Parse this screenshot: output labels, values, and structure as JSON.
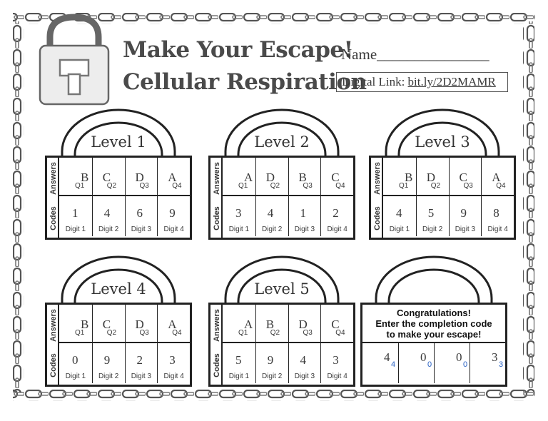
{
  "header": {
    "title_line1": "Make Your Escape!",
    "title_line2": "Cellular Respiration",
    "name_label": "Name_______________",
    "link_prefix": "Digital Link: ",
    "link_url": "bit.ly/2D2MAMR"
  },
  "side_labels": {
    "answers": "Answers",
    "codes": "Codes"
  },
  "locks": [
    {
      "title": "Level 1",
      "answers": [
        {
          "letter": "B",
          "q": "Q1"
        },
        {
          "letter": "C",
          "q": "Q2"
        },
        {
          "letter": "D",
          "q": "Q3"
        },
        {
          "letter": "A",
          "q": "Q4"
        }
      ],
      "codes": [
        {
          "value": "1",
          "digit": "Digit 1"
        },
        {
          "value": "4",
          "digit": "Digit 2"
        },
        {
          "value": "6",
          "digit": "Digit 3"
        },
        {
          "value": "9",
          "digit": "Digit 4"
        }
      ]
    },
    {
      "title": "Level 2",
      "answers": [
        {
          "letter": "A",
          "q": "Q1"
        },
        {
          "letter": "D",
          "q": "Q2"
        },
        {
          "letter": "B",
          "q": "Q3"
        },
        {
          "letter": "C",
          "q": "Q4"
        }
      ],
      "codes": [
        {
          "value": "3",
          "digit": "Digit 1"
        },
        {
          "value": "4",
          "digit": "Digit 2"
        },
        {
          "value": "1",
          "digit": "Digit 3"
        },
        {
          "value": "2",
          "digit": "Digit 4"
        }
      ]
    },
    {
      "title": "Level 3",
      "answers": [
        {
          "letter": "B",
          "q": "Q1"
        },
        {
          "letter": "D",
          "q": "Q2"
        },
        {
          "letter": "C",
          "q": "Q3"
        },
        {
          "letter": "A",
          "q": "Q4"
        }
      ],
      "codes": [
        {
          "value": "4",
          "digit": "Digit 1"
        },
        {
          "value": "5",
          "digit": "Digit 2"
        },
        {
          "value": "9",
          "digit": "Digit 3"
        },
        {
          "value": "8",
          "digit": "Digit 4"
        }
      ]
    },
    {
      "title": "Level 4",
      "answers": [
        {
          "letter": "B",
          "q": "Q1"
        },
        {
          "letter": "C",
          "q": "Q2"
        },
        {
          "letter": "D",
          "q": "Q3"
        },
        {
          "letter": "A",
          "q": "Q4"
        }
      ],
      "codes": [
        {
          "value": "0",
          "digit": "Digit 1"
        },
        {
          "value": "9",
          "digit": "Digit 2"
        },
        {
          "value": "2",
          "digit": "Digit 3"
        },
        {
          "value": "3",
          "digit": "Digit 4"
        }
      ]
    },
    {
      "title": "Level 5",
      "answers": [
        {
          "letter": "A",
          "q": "Q1"
        },
        {
          "letter": "B",
          "q": "Q2"
        },
        {
          "letter": "D",
          "q": "Q3"
        },
        {
          "letter": "C",
          "q": "Q4"
        }
      ],
      "codes": [
        {
          "value": "5",
          "digit": "Digit 1"
        },
        {
          "value": "9",
          "digit": "Digit 2"
        },
        {
          "value": "4",
          "digit": "Digit 3"
        },
        {
          "value": "3",
          "digit": "Digit 4"
        }
      ]
    }
  ],
  "final": {
    "message": "Congratulations! Enter the completion code to make your escape!",
    "line1": "Congratulations!",
    "line2": "Enter the completion code",
    "line3": "to make your escape!",
    "printed": [
      "4",
      "0",
      "0",
      "3"
    ],
    "handwritten": [
      "4",
      "0",
      "0",
      "3"
    ]
  },
  "colors": {
    "ink": "#222222",
    "handwriting": "#2a62c4"
  }
}
